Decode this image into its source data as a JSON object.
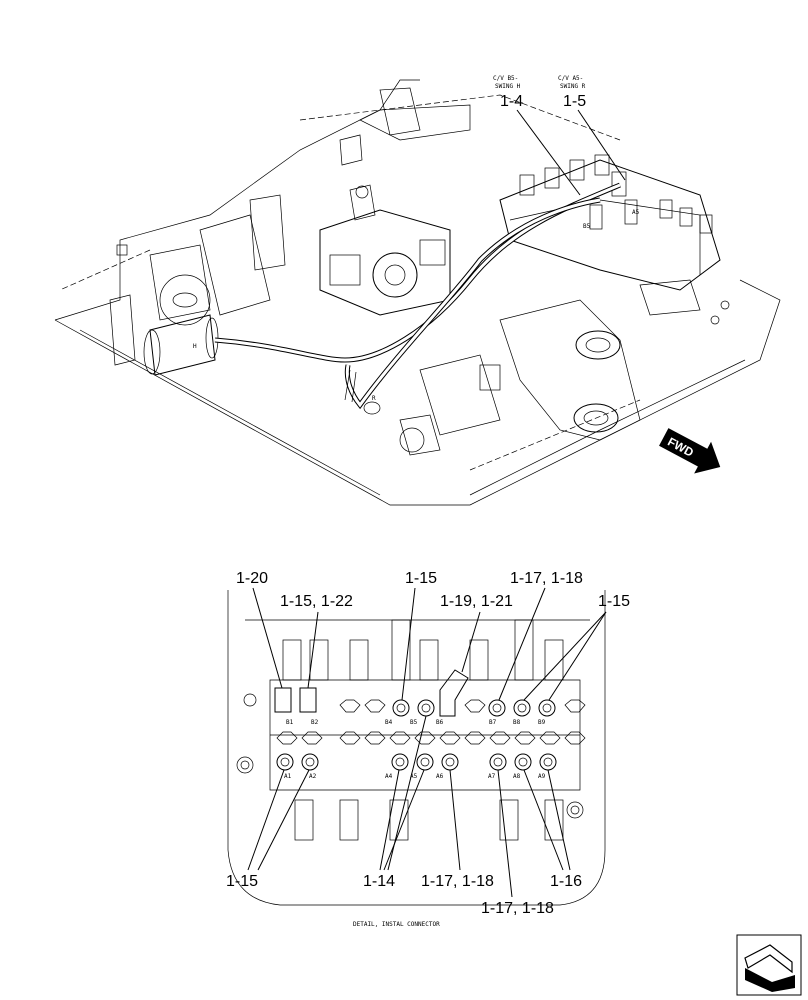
{
  "upper_view": {
    "swing_h_label": [
      "C/V B5-",
      "SWING H"
    ],
    "swing_r_label": [
      "C/V A5-",
      "SWING R"
    ],
    "callout_swing_h": "1-4",
    "callout_swing_r": "1-5",
    "port_h": "H",
    "port_r": "R",
    "port_b5": "B5",
    "port_a5": "A5",
    "fwd_label": "FWD"
  },
  "detail": {
    "caption": "DETAIL, INSTAL CONNECTOR",
    "callouts": {
      "c_1_20": "1-20",
      "c_1_15_1_22": "1-15, 1-22",
      "c_1_15_top": "1-15",
      "c_1_19_1_21": "1-19, 1-21",
      "c_1_17_1_18_top": "1-17, 1-18",
      "c_1_15_right": "1-15",
      "c_1_15_bottom": "1-15",
      "c_1_14": "1-14",
      "c_1_17_1_18_mid": "1-17, 1-18",
      "c_1_16": "1-16",
      "c_1_17_1_18_bottom": "1-17, 1-18"
    },
    "ports_b": [
      "B1",
      "B2",
      "B4",
      "B5",
      "B6",
      "B7",
      "B8",
      "B9"
    ],
    "ports_a": [
      "A1",
      "A2",
      "A4",
      "A5",
      "A6",
      "A7",
      "A8",
      "A9"
    ]
  },
  "nav_icon": "page-navigation-icon"
}
